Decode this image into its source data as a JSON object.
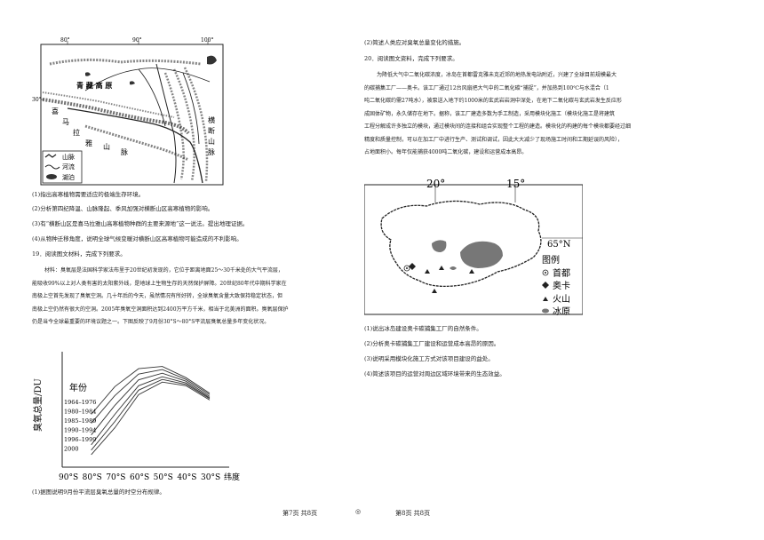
{
  "left": {
    "map1": {
      "lon_labels": [
        "80°",
        "90°",
        "100°"
      ],
      "lat_label": "30°",
      "plateau_label": "青 藏 高 原",
      "himalaya_chars": [
        "喜",
        "马",
        "拉",
        "雅",
        "山",
        "脉"
      ],
      "hengduan_chars": [
        "横",
        "断",
        "山",
        "脉"
      ],
      "legend": {
        "mountain": "山脉",
        "river": "河流",
        "lake": "湖泊"
      }
    },
    "q1": "(1)指出高寒植物需要适应的极端生存环境。",
    "q2": "(2)分析第四纪降温、山脉隆起、季风加强对横断山区高寒植物的影响。",
    "q3": "(3)有“横断山区是喜马拉雅山高寒植物种群的主要来源地”这一说法。提出地理证据。",
    "q4": "(4)从物种迁移角度，说明全球气候变暖对横断山区高寒植物可能造成的不利影响。",
    "q19_title": "19．阅读图文材料，完成下列要求。",
    "material_lines": [
      "材料：臭氧层是法国科学家法布里于20世纪初发现的，它位于距离地面25～30千米处的大气平流层，",
      "能吸收99%以上对人类有害的太阳紫外线，是地球上生物生存的天然保护屏障。20世纪80年代中期科学家在",
      "南极上空首先发现了臭氧空洞。几十年后的今天，虽然情况有所好转，全球臭氧含量大致保持稳定状态，但",
      "南极上空仍然有很大的空洞。2005年臭氧空洞面积达到2400万平方千米，相当于北美洲的面积。臭氧层保护",
      "仍是当今全球最重要的环境议题之一。下图反映了9月份30°S～80°S平流层臭氧总量多年变化状况。"
    ],
    "chart_q1": "(1)据图说明9月份平流层臭氧总量的时空分布规律。"
  },
  "chart_data": {
    "type": "line",
    "ylabel": "臭氧总量/DU",
    "xlabel": "纬度",
    "categories": [
      "90°S",
      "80°S",
      "70°S",
      "60°S",
      "50°S",
      "40°S",
      "30°S"
    ],
    "legend_title": "年份",
    "series": [
      {
        "name": "1964–1976",
        "values": [
          null,
          268,
          330,
          370,
          375,
          350,
          315
        ]
      },
      {
        "name": "1980–1984",
        "values": [
          null,
          248,
          310,
          358,
          368,
          346,
          312
        ]
      },
      {
        "name": "1985–1989",
        "values": [
          null,
          222,
          288,
          345,
          360,
          342,
          308
        ]
      },
      {
        "name": "1990–1994",
        "values": [
          null,
          200,
          268,
          332,
          352,
          338,
          305
        ]
      },
      {
        "name": "1996–1999",
        "values": [
          null,
          188,
          252,
          322,
          346,
          335,
          303
        ]
      },
      {
        "name": "2000",
        "values": [
          null,
          178,
          238,
          312,
          340,
          332,
          300
        ]
      }
    ]
  },
  "right": {
    "q2_top": "(2)简述人类应对臭氧总量变化的措施。",
    "q20_title": "20．阅读图文资料，完成下列要求。",
    "material_lines": [
      "为降低大气中二氧化碳浓度，冰岛在首都雷克雅未克近郊的地热发电站附近，兴建了全球目前规模最大",
      "的碳捕集工厂——奥卡。该工厂通过12台风扇把大气中的二氧化碳“捕捉”，并加热到100℃与水混合（1",
      "吨二氧化碳约需27吨水），被泵送入地下约1000米的玄武岩岩洞中深处，在地下二氧化碳与玄武岩发生反应形",
      "成固体矿物，永久储存在地下。据称，该工厂建造多数为手工制造，采用模块化施工（模块化施工是将建筑",
      "工程分解成许多独立的模块，通过模块间的连接和组合实现整个工程的建造。模块化的构建的每个模块都要经过细",
      "精度和质量控制，可以在加工厂中进行生产、测试和调试，因此大大减少了现场施工时间和工期延误的风险），",
      "占地面积小。每年仅能捕获4000吨二氧化碳，建设和运营成本高昂。"
    ],
    "map2": {
      "lon_labels": [
        "20°",
        "15°"
      ],
      "lat_label": "65°N",
      "legend_title": "图例",
      "legend_items": [
        "首都",
        "奥卡",
        "火山",
        "冰原"
      ]
    },
    "questions": [
      "(1)说出冰岛建设奥卡碳捕集工厂的自然条件。",
      "(2)分析奥卡碳捕集工厂建设和运营成本高昂的原因。",
      "(3)说明采用模块化施工方式对该项目建设的益处。",
      "(4)简述该项目的运营对周边区域环境带来的生态效益。"
    ]
  },
  "footer": {
    "left": "第7页  共8页",
    "center": "◎",
    "right": "第8页  共8页"
  }
}
